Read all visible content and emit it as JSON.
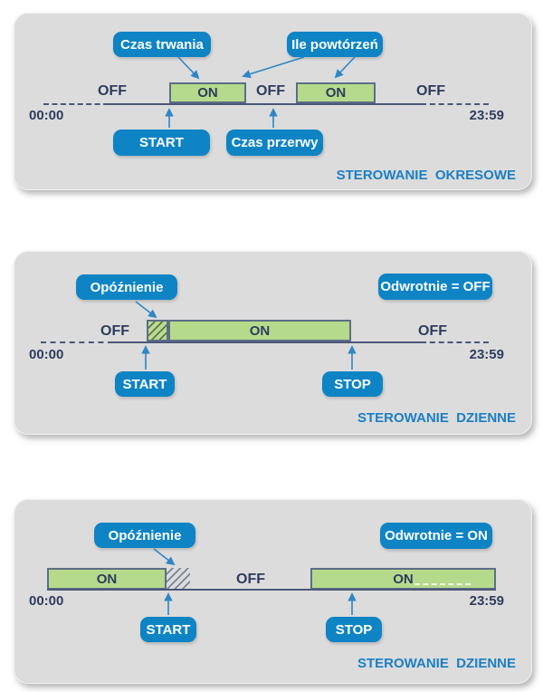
{
  "colors": {
    "accent_blue": "#0e84c5",
    "green_fill": "#b6da8c",
    "box_border": "#5d6e86",
    "timeline": "#4a5878",
    "text_navy": "#2e3c5e",
    "footer_blue": "#1a7fc4",
    "panel_bg": "#dcdcdc",
    "arrow_blue": "#2e86c6"
  },
  "panels": {
    "okresowe": {
      "callout_duration": "Czas trwania",
      "callout_repeats": "Ile powtórzeń",
      "callout_start": "START",
      "callout_pause": "Czas przerwy",
      "seg_off1": "OFF",
      "seg_on1": "ON",
      "seg_off2": "OFF",
      "seg_on2": "ON",
      "seg_off3": "OFF",
      "time_start": "00:00",
      "time_end": "23:59",
      "footer": "STEROWANIE  OKRESOWE"
    },
    "dzienne_off": {
      "callout_delay": "Opóźnienie",
      "callout_inverse": "Odwrotnie = OFF",
      "callout_start": "START",
      "callout_stop": "STOP",
      "seg_off1": "OFF",
      "seg_on": "ON",
      "seg_off2": "OFF",
      "time_start": "00:00",
      "time_end": "23:59",
      "footer": "STEROWANIE  DZIENNE"
    },
    "dzienne_on": {
      "callout_delay": "Opóźnienie",
      "callout_inverse": "Odwrotnie = ON",
      "callout_start": "START",
      "callout_stop": "STOP",
      "seg_on1": "ON",
      "seg_off": "OFF",
      "seg_on2": "ON",
      "time_start": "00:00",
      "time_end": "23:59",
      "footer": "STEROWANIE  DZIENNE"
    }
  }
}
